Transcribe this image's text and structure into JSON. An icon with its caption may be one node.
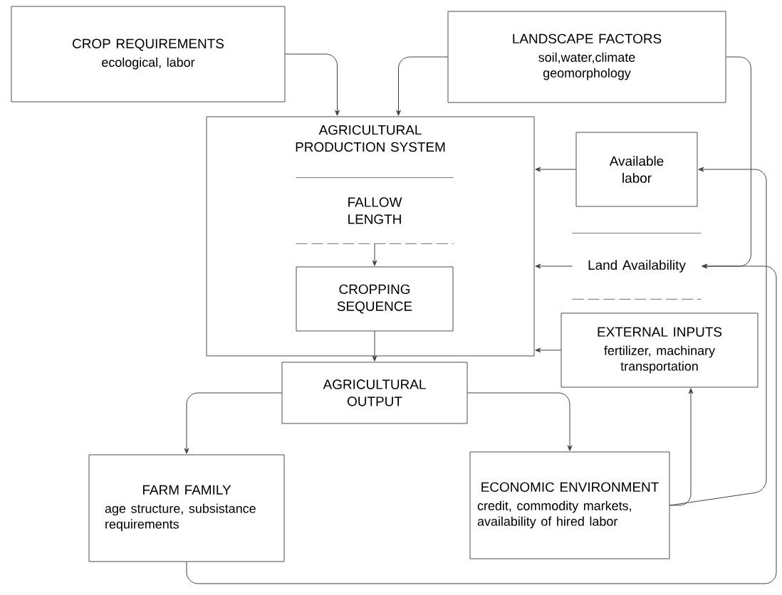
{
  "diagram": {
    "nodes": [
      {
        "text": [
          "CROP REQUIREMENTS",
          "ecological, labor"
        ]
      },
      {
        "text": [
          "LANDSCAPE FACTORS",
          "soil,water,climate geomorphology"
        ]
      },
      {
        "text": [
          "AGRICULTURAL PRODUCTION SYSTEM"
        ]
      },
      {
        "text": [
          "FALLOW LENGTH"
        ],
        "in": 2
      },
      {
        "text": [
          "CROPPING SEQUENCE"
        ],
        "in": 2
      },
      {
        "text": [
          "Available labor"
        ]
      },
      {
        "text": [
          "Land Availability"
        ]
      },
      {
        "text": [
          "EXTERNAL INPUTS",
          "fertilizer, machinary transportation"
        ]
      },
      {
        "text": [
          "AGRICULTURAL OUTPUT"
        ]
      },
      {
        "text": [
          "FARM FAMILY",
          "age structure, subsistance requirements"
        ]
      },
      {
        "text": [
          "ECONOMIC ENVIRONMENT",
          "credit, commodity markets, availability of hired labor"
        ]
      }
    ],
    "edges": [
      {
        "from": 0,
        "to": 2,
        "arrow": "to"
      },
      {
        "from": 1,
        "to": 2,
        "arrow": "to"
      },
      {
        "from": 1,
        "to": 6,
        "arrow": "to"
      },
      {
        "from": 5,
        "to": 2,
        "arrow": "to"
      },
      {
        "from": 6,
        "to": 2,
        "arrow": "to"
      },
      {
        "from": 7,
        "to": 2,
        "arrow": "to"
      },
      {
        "from": 3,
        "to": 4,
        "arrow": "to"
      },
      {
        "from": 4,
        "to": 8,
        "arrow": "to"
      },
      {
        "from": 8,
        "to": 9,
        "arrow": "to"
      },
      {
        "from": 8,
        "to": 10,
        "arrow": "to"
      },
      {
        "from": 10,
        "to": 7,
        "arrow": "to"
      },
      {
        "from": 10,
        "to": 5,
        "arrow": "to"
      },
      {
        "from": 9,
        "to": 6,
        "arrow": "to"
      }
    ]
  }
}
